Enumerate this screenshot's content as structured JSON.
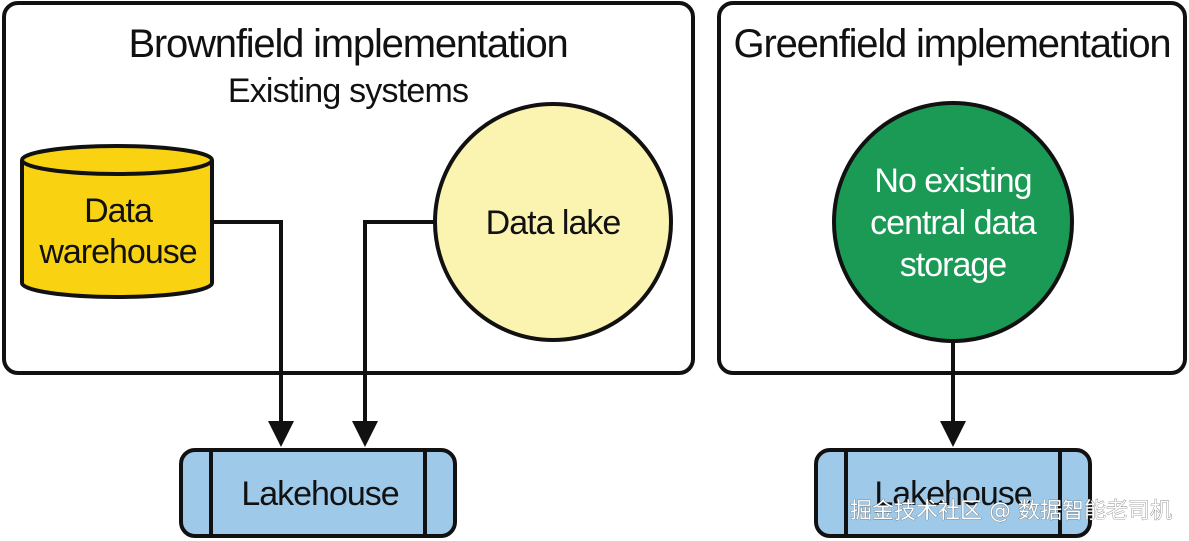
{
  "brownfield": {
    "title": "Brownfield implementation",
    "subtitle": "Existing systems",
    "warehouse_line1": "Data",
    "warehouse_line2": "warehouse",
    "lake_label": "Data lake",
    "lakehouse_label": "Lakehouse"
  },
  "greenfield": {
    "title": "Greenfield implementation",
    "storage_line1": "No existing",
    "storage_line2": "central data",
    "storage_line3": "storage",
    "lakehouse_label": "Lakehouse"
  },
  "watermark": "掘金技术社区 @ 数据智能老司机",
  "colors": {
    "warehouse_fill": "#f9d312",
    "lake_fill": "#fbf3b0",
    "storage_fill": "#1a9a55",
    "lakehouse_fill": "#9ec9e9",
    "stroke": "#111111"
  }
}
